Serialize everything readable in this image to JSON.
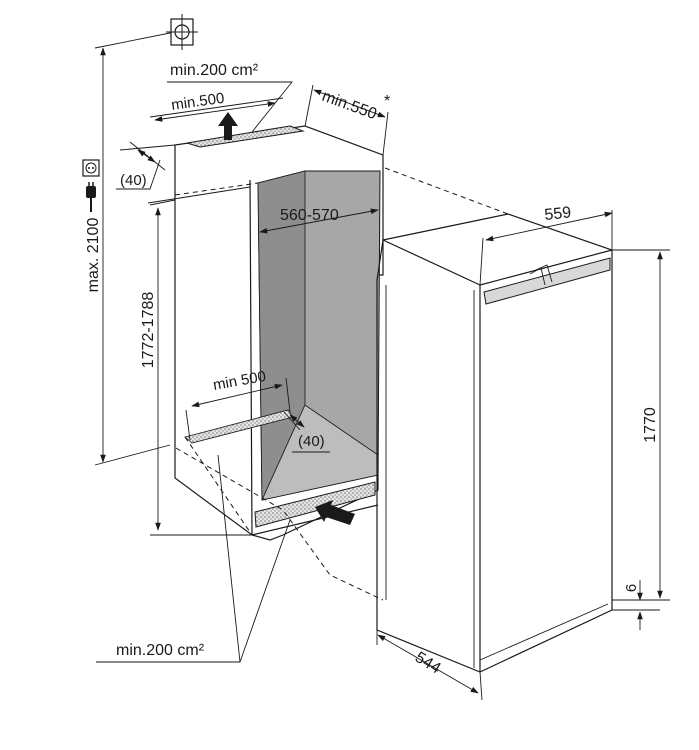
{
  "labels": {
    "vent_top_area": "min.200 cm²",
    "vent_top_depth": "min.500",
    "niche_depth": "min.550",
    "asterisk": "*",
    "top_gap": "(40)",
    "niche_width": "560-570",
    "niche_height": "1772-1788",
    "max_height": "max. 2100",
    "vent_bottom_depth": "min 500",
    "bottom_gap": "(40)",
    "vent_bottom_area": "min.200 cm²",
    "appliance_width": "559",
    "appliance_height": "1770",
    "plinth_gap": "6",
    "appliance_depth": "544"
  },
  "icons": {
    "water_tap": "crosshair-circle-icon",
    "power_socket": "socket-icon",
    "plug": "plug-icon"
  },
  "colors": {
    "line": "#1a1a1a",
    "niche_inner": "#a7a7a7",
    "niche_inner_dark": "#8e8e8e",
    "vent_grille": "#d2d2d2",
    "appliance_handle": "#d8d8d8"
  }
}
